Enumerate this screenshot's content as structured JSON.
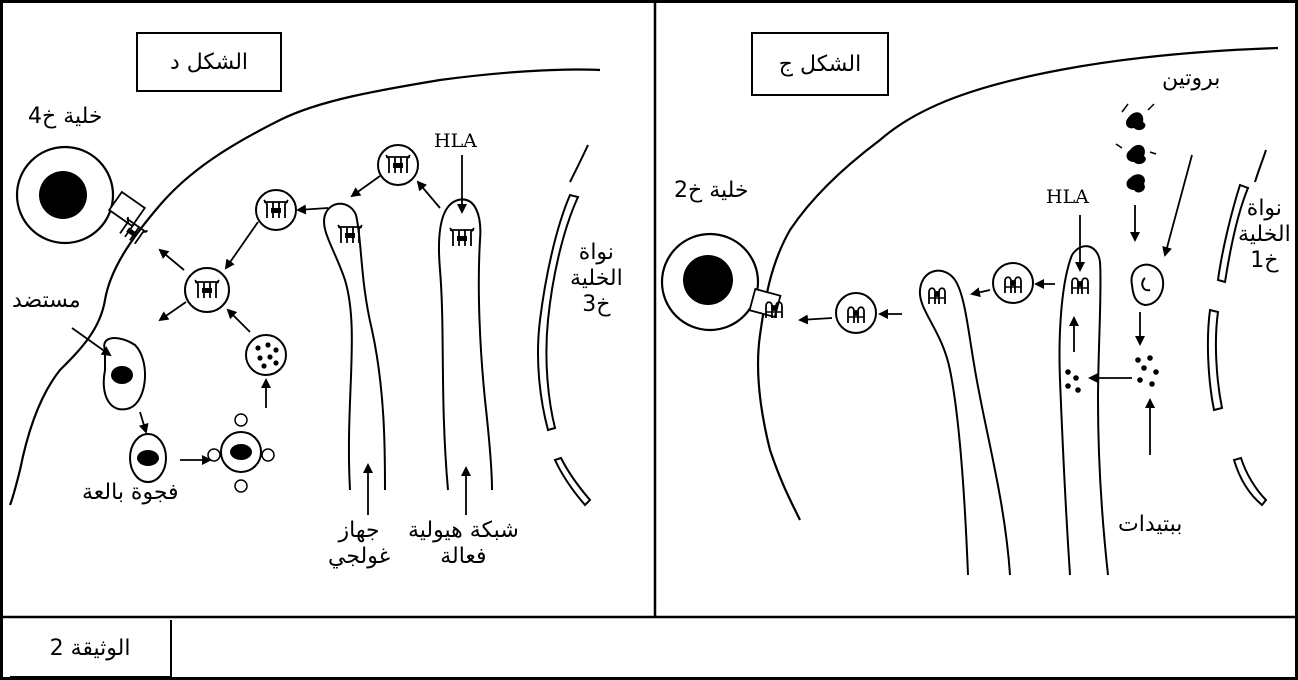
{
  "document_label": "الوثيقة 2",
  "figure_d": {
    "title": "الشكل د",
    "cell_label": "خلية خ4",
    "nucleus_label": [
      "نواة",
      "الخلية",
      "خ3"
    ],
    "hla_label": "HLA",
    "antigen_label": "مستضد",
    "phagosome_label": "فجوة بالعة",
    "golgi_label": [
      "جهاز",
      "غولجي"
    ],
    "er_label": [
      "شبكة هيولية",
      "فعالة"
    ]
  },
  "figure_c": {
    "title": "الشكل ج",
    "protein_label": "بروتين",
    "cell_label": "خلية خ2",
    "hla_label": "HLA",
    "nucleus_label": [
      "نواة",
      "الخلية",
      "خ1"
    ],
    "peptides_label": "ببتيدات"
  },
  "colors": {
    "ink": "#000000",
    "paper": "#ffffff"
  }
}
